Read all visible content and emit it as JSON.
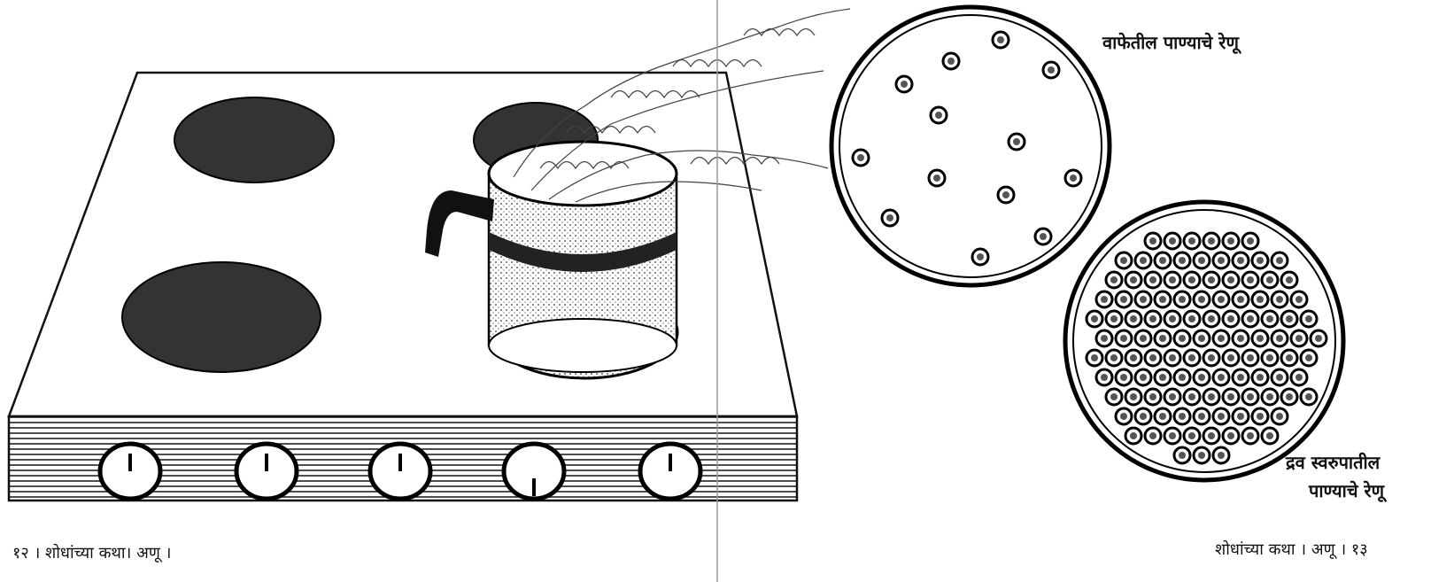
{
  "vapor_label": "वाफेतील पाण्याचे रेणू",
  "liquid_label_line1": "द्रव स्वरुपातील",
  "liquid_label_line2": "पाण्याचे रेणू",
  "footer_left": "१२ । शोधांच्या कथा। अणू ।",
  "footer_right": "शोधांच्या कथा । अणू । १३",
  "stove": {
    "burners": 4,
    "knobs": 5
  },
  "colors": {
    "ink": "#111111",
    "paper": "#ffffff",
    "burner": "#333333"
  }
}
